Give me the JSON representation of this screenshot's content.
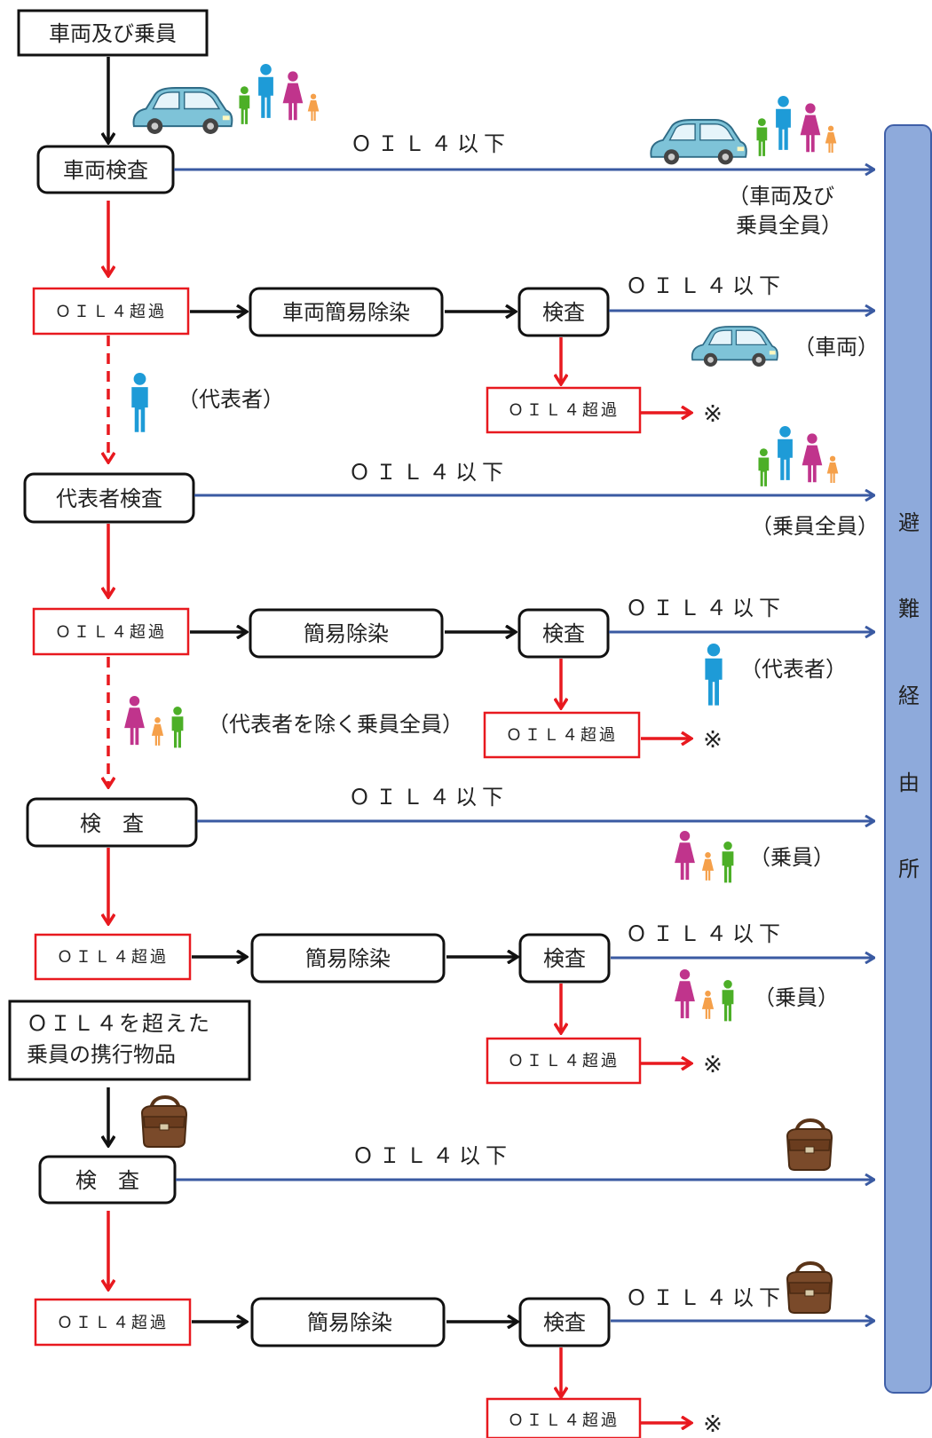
{
  "labels": {
    "vehicle_passengers": "車両及び乗員",
    "vehicle_inspection": "車両検査",
    "oil_below": "ＯＩＬ４以下",
    "oil_exceed": "ＯＩＬ４超過",
    "vehicle_simple_decon": "車両簡易除染",
    "inspection": "検査",
    "inspection_spaced": "検　査",
    "simple_decon": "簡易除染",
    "rep_inspection": "代表者検査",
    "note_mark": "※",
    "baggage_line1": "ＯＩＬ４を超えた",
    "baggage_line2": "乗員の携行物品",
    "caption_vehicle_and_all_1": "（車両及び",
    "caption_vehicle_and_all_2": "乗員全員）",
    "caption_vehicle": "（車両）",
    "caption_rep": "（代表者）",
    "caption_all_passengers": "（乗員全員）",
    "caption_except_rep": "（代表者を除く乗員全員）",
    "caption_passengers": "（乗員）"
  },
  "shelter": {
    "chars": [
      "避",
      "難",
      "経",
      "由",
      "所"
    ]
  },
  "colors": {
    "blue_arrow": "#3a5aa2",
    "red_arrow": "#e8191f",
    "shelter_fill": "#8eaadb",
    "shelter_border": "#3f5fa8",
    "car": "#7ec3d8",
    "person_blue": "#1e9bd7",
    "person_pink": "#c0348c",
    "person_green": "#4caf27",
    "person_orange": "#f5a04a",
    "bag": "#7a4a2a"
  },
  "icons": [
    "car-icon",
    "family-icon",
    "person-icon",
    "bag-icon"
  ]
}
